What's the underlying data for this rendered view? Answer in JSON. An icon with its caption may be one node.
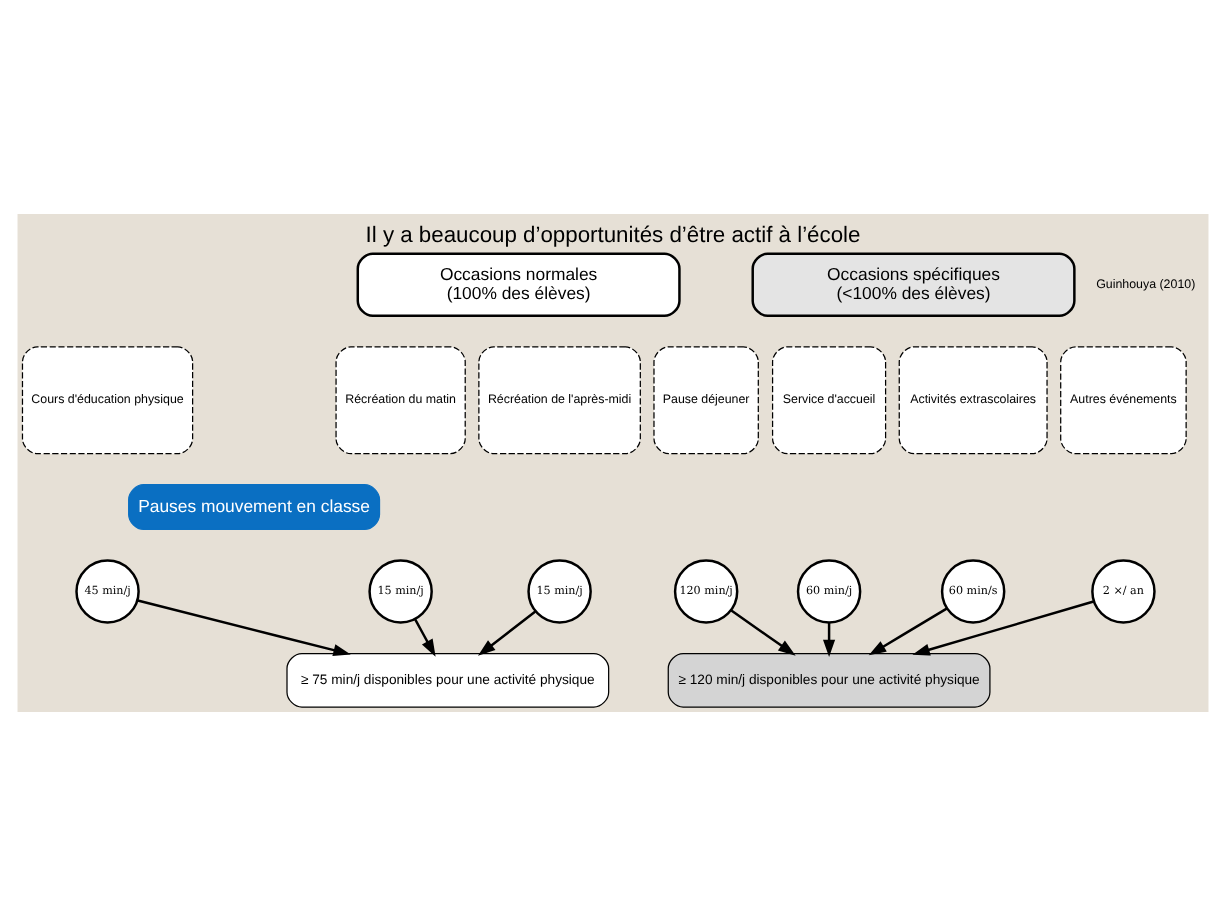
{
  "diagram": {
    "title": "Il y a beaucoup d’opportunités d’être actif à l’école",
    "nodes": [
      {
        "text": [
          "Occasions normales",
          "(100% des élèves)"
        ]
      },
      {
        "text": [
          "Occasions spécifiques",
          "(<100% des élèves)"
        ]
      },
      {
        "text": [
          "Cours d'éducation physique"
        ]
      },
      {
        "text": [
          "Récréation du matin"
        ]
      },
      {
        "text": [
          "Récréation de l'après-midi"
        ]
      },
      {
        "text": [
          "Pause déjeuner"
        ]
      },
      {
        "text": [
          "Service d'accueil"
        ]
      },
      {
        "text": [
          "Activités extrascolaires"
        ]
      },
      {
        "text": [
          "Autres événements"
        ]
      },
      {
        "text": [
          "Pauses mouvement en classe"
        ]
      },
      {
        "text": [
          "45 min/j"
        ]
      },
      {
        "text": [
          "15 min/j"
        ]
      },
      {
        "text": [
          "15 min/j"
        ]
      },
      {
        "text": [
          "120 min/j"
        ]
      },
      {
        "text": [
          "60 min/j"
        ]
      },
      {
        "text": [
          "60 min/s"
        ]
      },
      {
        "text": [
          "2 ×/ an"
        ]
      },
      {
        "text": [
          "≥ 75 min/j disponibles pour une activité physique"
        ]
      },
      {
        "text": [
          "≥ 120 min/j disponibles pour une activité physique"
        ]
      }
    ],
    "edges": [
      {
        "from": 10,
        "to": 17,
        "arrow": "to"
      },
      {
        "from": 11,
        "to": 17,
        "arrow": "to"
      },
      {
        "from": 12,
        "to": 17,
        "arrow": "to"
      },
      {
        "from": 13,
        "to": 18,
        "arrow": "to"
      },
      {
        "from": 14,
        "to": 18,
        "arrow": "to"
      },
      {
        "from": 15,
        "to": 18,
        "arrow": "to"
      },
      {
        "from": 16,
        "to": 18,
        "arrow": "to"
      }
    ],
    "labels": [
      "Guinhouya (2010)"
    ]
  }
}
